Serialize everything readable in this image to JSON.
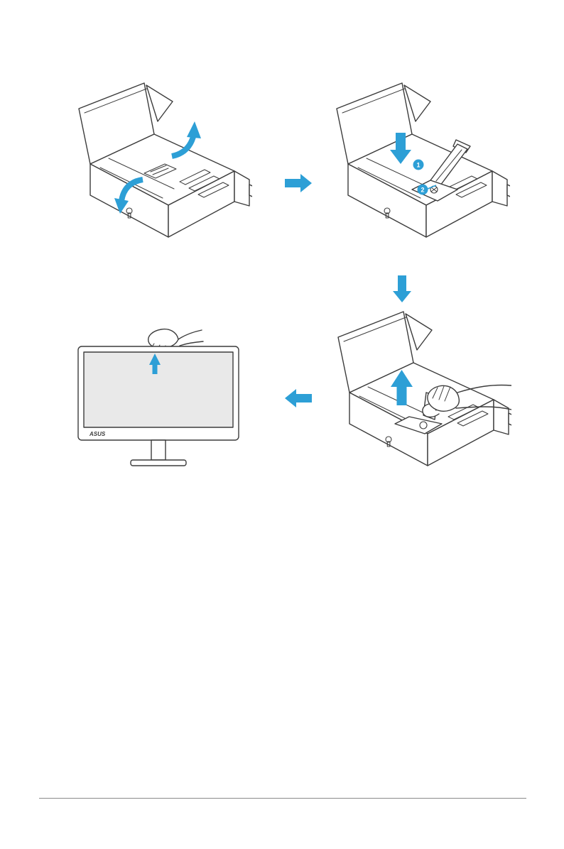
{
  "page": {
    "background": "#ffffff",
    "footer_divider": true
  },
  "palette": {
    "accent_blue": "#2d9fd6",
    "line_color": "#3c3c3c",
    "screen_fill": "#e9e9e9"
  },
  "figure": {
    "type": "monitor-unboxing-assembly-steps",
    "flow": [
      "step-1-open-box-flaps",
      "step-2-lower-stand-into-box",
      "step-3-lift-monitor-from-box",
      "step-4-assembled-monitor"
    ],
    "panels": [
      {
        "id": "step-1",
        "illustration": "open-box-with-flap-arrows"
      },
      {
        "id": "step-2",
        "illustration": "lower-stand-into-box",
        "step_markers": [
          "1",
          "2"
        ]
      },
      {
        "id": "step-3",
        "illustration": "lift-monitor-from-box"
      },
      {
        "id": "step-4",
        "illustration": "assembled-monitor-front",
        "brand_logo": "ASUS"
      }
    ]
  }
}
